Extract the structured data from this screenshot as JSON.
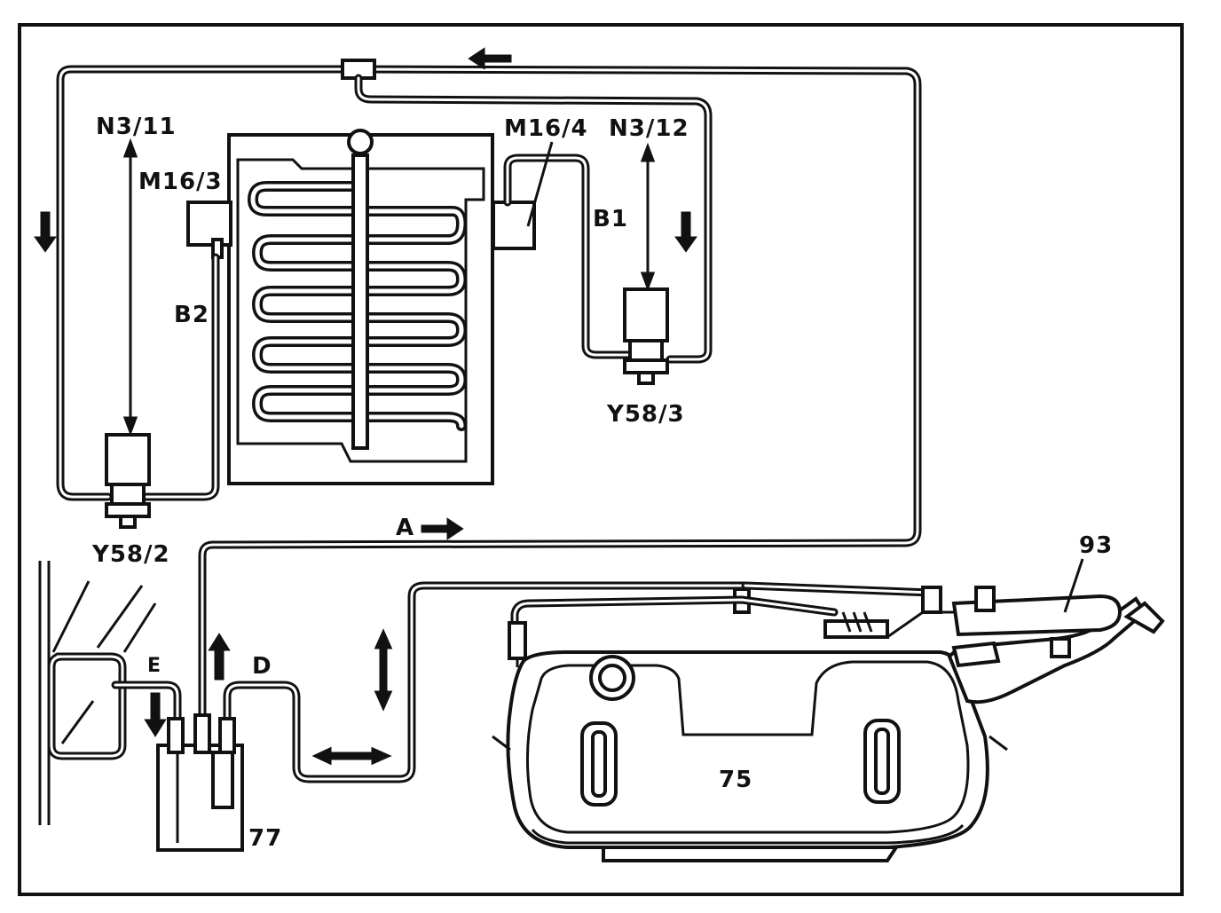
{
  "labels": {
    "n3_11": "N3/11",
    "m16_3": "M16/3",
    "b2": "B2",
    "y58_2": "Y58/2",
    "m16_4": "M16/4",
    "n3_12": "N3/12",
    "b1": "B1",
    "y58_3": "Y58/3",
    "a": "A",
    "e": "E",
    "d": "D",
    "c77": "77",
    "c75": "75",
    "c93": "93"
  }
}
